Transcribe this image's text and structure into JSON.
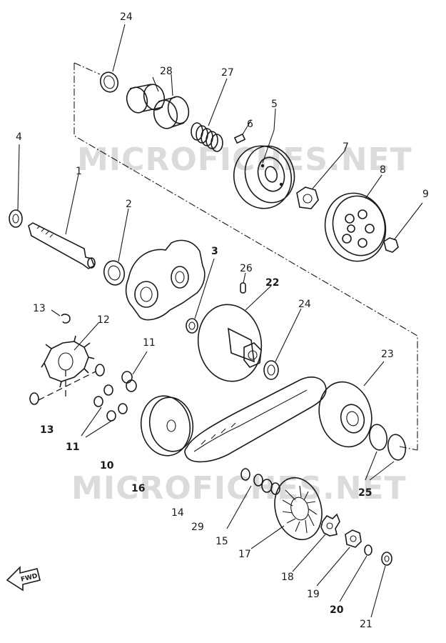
{
  "watermark": "MICROFICHES.NET",
  "forward_mark": "FWD",
  "callouts": [
    "24",
    "28",
    "27",
    "5",
    "6",
    "4",
    "1",
    "7",
    "8",
    "9",
    "2",
    "3",
    "26",
    "22",
    "13",
    "12",
    "24",
    "11",
    "23",
    "13",
    "11",
    "10",
    "25",
    "16",
    "14",
    "29",
    "15",
    "17",
    "18",
    "19",
    "20",
    "21"
  ]
}
